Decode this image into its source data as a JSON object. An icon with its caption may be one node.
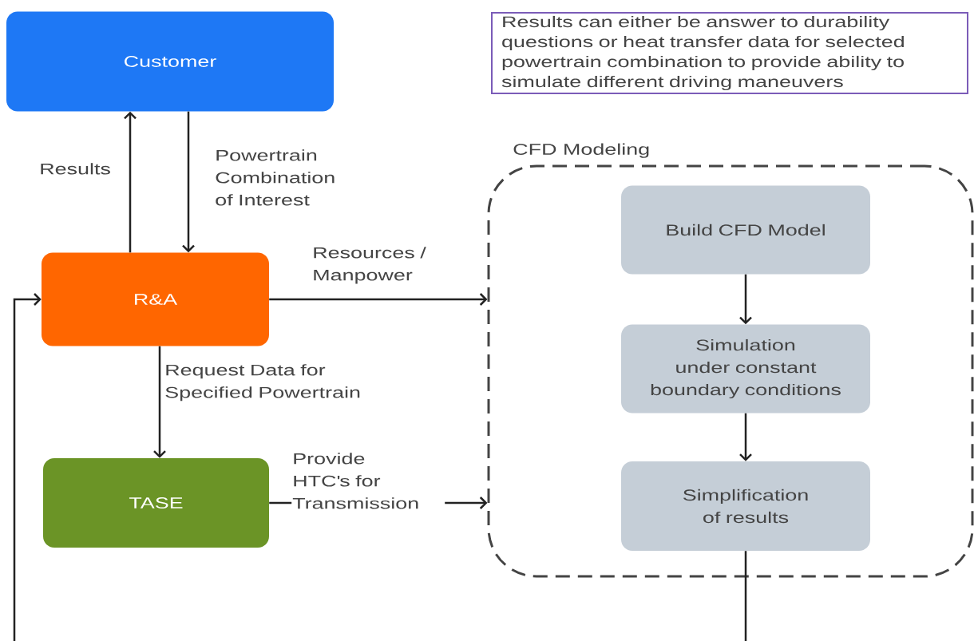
{
  "diagram": {
    "nodes": [
      {
        "text": [
          "Customer"
        ]
      },
      {
        "text": [
          "R&A"
        ]
      },
      {
        "text": [
          "TASE"
        ]
      },
      {
        "text": [
          "Results can either be  answer to  durability  questions or heat transfer data for selected powertrain combination to provide ability to simulate different driving maneuvers"
        ]
      },
      {
        "text": [
          "CFD Modeling"
        ]
      },
      {
        "text": [
          "Build CFD Model"
        ],
        "in": 4
      },
      {
        "text": [
          "Simulation under constant boundary conditions"
        ],
        "in": 4
      },
      {
        "text": [
          "Simplification of results"
        ],
        "in": 4
      }
    ],
    "edges": [
      {
        "from": 1,
        "to": 0,
        "arrow": "to",
        "label": "Results"
      },
      {
        "from": 0,
        "to": 1,
        "arrow": "to",
        "label": "Powertrain Combination of Interest"
      },
      {
        "from": 1,
        "to": 4,
        "arrow": "to",
        "label": "Resources / Manpower"
      },
      {
        "from": 1,
        "to": 2,
        "arrow": "to",
        "label": "Request Data for Specified Powertrain"
      },
      {
        "from": 2,
        "to": 4,
        "arrow": "to",
        "label": "Provide HTC's for Transmission"
      },
      {
        "from": 5,
        "to": 6,
        "arrow": "to"
      },
      {
        "from": 6,
        "to": 7,
        "arrow": "to"
      },
      {
        "from": 7,
        "to": null,
        "arrow": "none"
      },
      {
        "from": null,
        "to": 1,
        "arrow": "to"
      }
    ]
  }
}
